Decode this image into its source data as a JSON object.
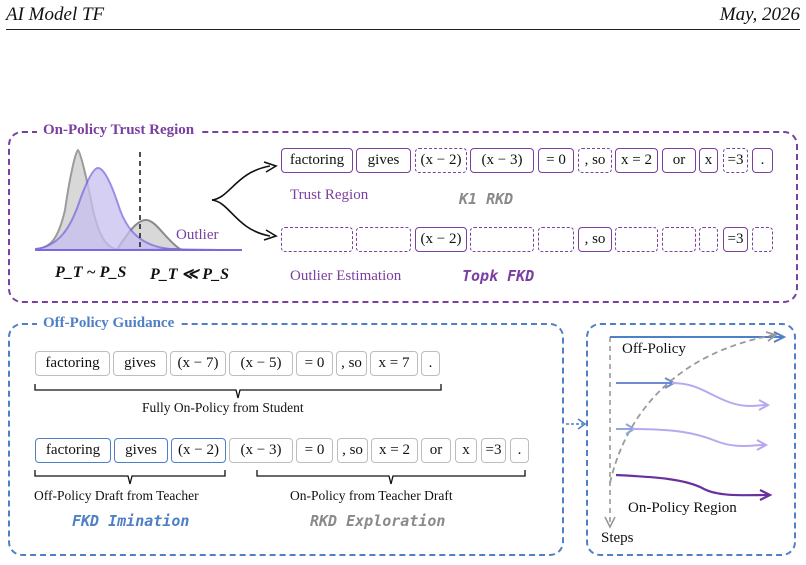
{
  "header": {
    "left": "AI Model TF",
    "right": "May, 2026"
  },
  "trust": {
    "title": "On-Policy Trust Region",
    "dist_left": "P_T ~ P_S",
    "dist_right": "P_T ≪ P_S",
    "outlier_label": "Outlier",
    "trust_label": "Trust Region",
    "outlier_est_label": "Outlier Estimation",
    "method_top": "K1 RKD",
    "method_bottom": "Topk FKD",
    "row1": [
      {
        "t": "factoring",
        "s": "solid"
      },
      {
        "t": "gives",
        "s": "solid"
      },
      {
        "t": "(x − 2)",
        "s": "dashed"
      },
      {
        "t": "(x − 3)",
        "s": "solid"
      },
      {
        "t": "= 0",
        "s": "solid"
      },
      {
        "t": ", so",
        "s": "dashed"
      },
      {
        "t": "x = 2",
        "s": "solid"
      },
      {
        "t": "or",
        "s": "solid"
      },
      {
        "t": "x",
        "s": "solid"
      },
      {
        "t": "=3",
        "s": "dashed"
      },
      {
        "t": ".",
        "s": "solid"
      }
    ],
    "row2": [
      {
        "t": "",
        "s": "dashed"
      },
      {
        "t": "",
        "s": "dashed"
      },
      {
        "t": "(x − 2)",
        "s": "solid"
      },
      {
        "t": "",
        "s": "dashed"
      },
      {
        "t": "",
        "s": "dashed"
      },
      {
        "t": ", so",
        "s": "solid"
      },
      {
        "t": "",
        "s": "dashed"
      },
      {
        "t": "",
        "s": "dashed"
      },
      {
        "t": "",
        "s": "dashed"
      },
      {
        "t": "=3",
        "s": "solid"
      },
      {
        "t": "",
        "s": "dashed"
      }
    ]
  },
  "off": {
    "title": "Off-Policy Guidance",
    "row1": [
      "factoring",
      "gives",
      "(x − 7)",
      "(x − 5)",
      "= 0",
      ", so",
      "x = 7",
      "."
    ],
    "row1_caption": "Fully On-Policy from Student",
    "row2": [
      "factoring",
      "gives",
      "(x − 2)",
      "(x − 3)",
      "= 0",
      ", so",
      "x = 2",
      "or",
      "x",
      "=3",
      "."
    ],
    "row2_caption_left": "Off-Policy Draft from Teacher",
    "row2_caption_right": "On-Policy from Teacher Draft",
    "method_left": "FKD Imination",
    "method_right": "RKD Exploration"
  },
  "steps": {
    "off_policy_label": "Off-Policy",
    "on_policy_label": "On-Policy Region",
    "axis_label": "Steps"
  },
  "colors": {
    "purple": "#7B3FA0",
    "blue": "#4F7FC6",
    "gray": "#BDBDBD"
  }
}
